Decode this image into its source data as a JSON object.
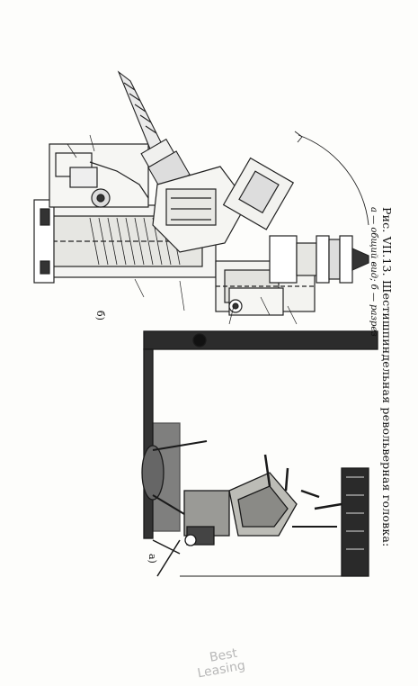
{
  "figure": {
    "caption_title": "Рис. VII.13. Шестишпиндельная револьверная головка:",
    "caption_sub": "а — общий вид; б — разрез",
    "label_a": "а)",
    "label_b": "б)"
  },
  "watermark": {
    "line1": "Best",
    "line2": "Leasing"
  }
}
